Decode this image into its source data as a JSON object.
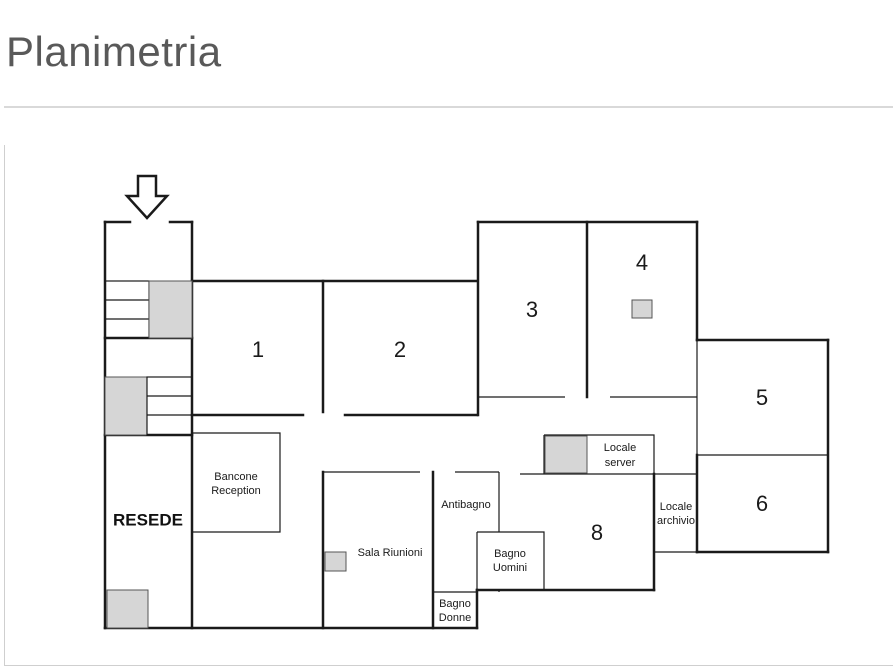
{
  "header": {
    "title": "Planimetria"
  },
  "plan": {
    "rooms": {
      "r1": "1",
      "r2": "2",
      "r3": "3",
      "r4": "4",
      "r5": "5",
      "r6": "6",
      "r8": "8"
    },
    "labels": {
      "resede": "RESEDE",
      "bancone_line1": "Bancone",
      "bancone_line2": "Reception",
      "sala_riunioni": "Sala Riunioni",
      "antibagno": "Antibagno",
      "bagno_uomini_line1": "Bagno",
      "bagno_uomini_line2": "Uomini",
      "bagno_donne_line1": "Bagno",
      "bagno_donne_line2": "Donne",
      "locale_server_line1": "Locale",
      "locale_server_line2": "server",
      "locale_archivio_line1": "Locale",
      "locale_archivio_line2": "archivio"
    },
    "icons": {
      "entrance": "down-arrow-icon"
    }
  }
}
